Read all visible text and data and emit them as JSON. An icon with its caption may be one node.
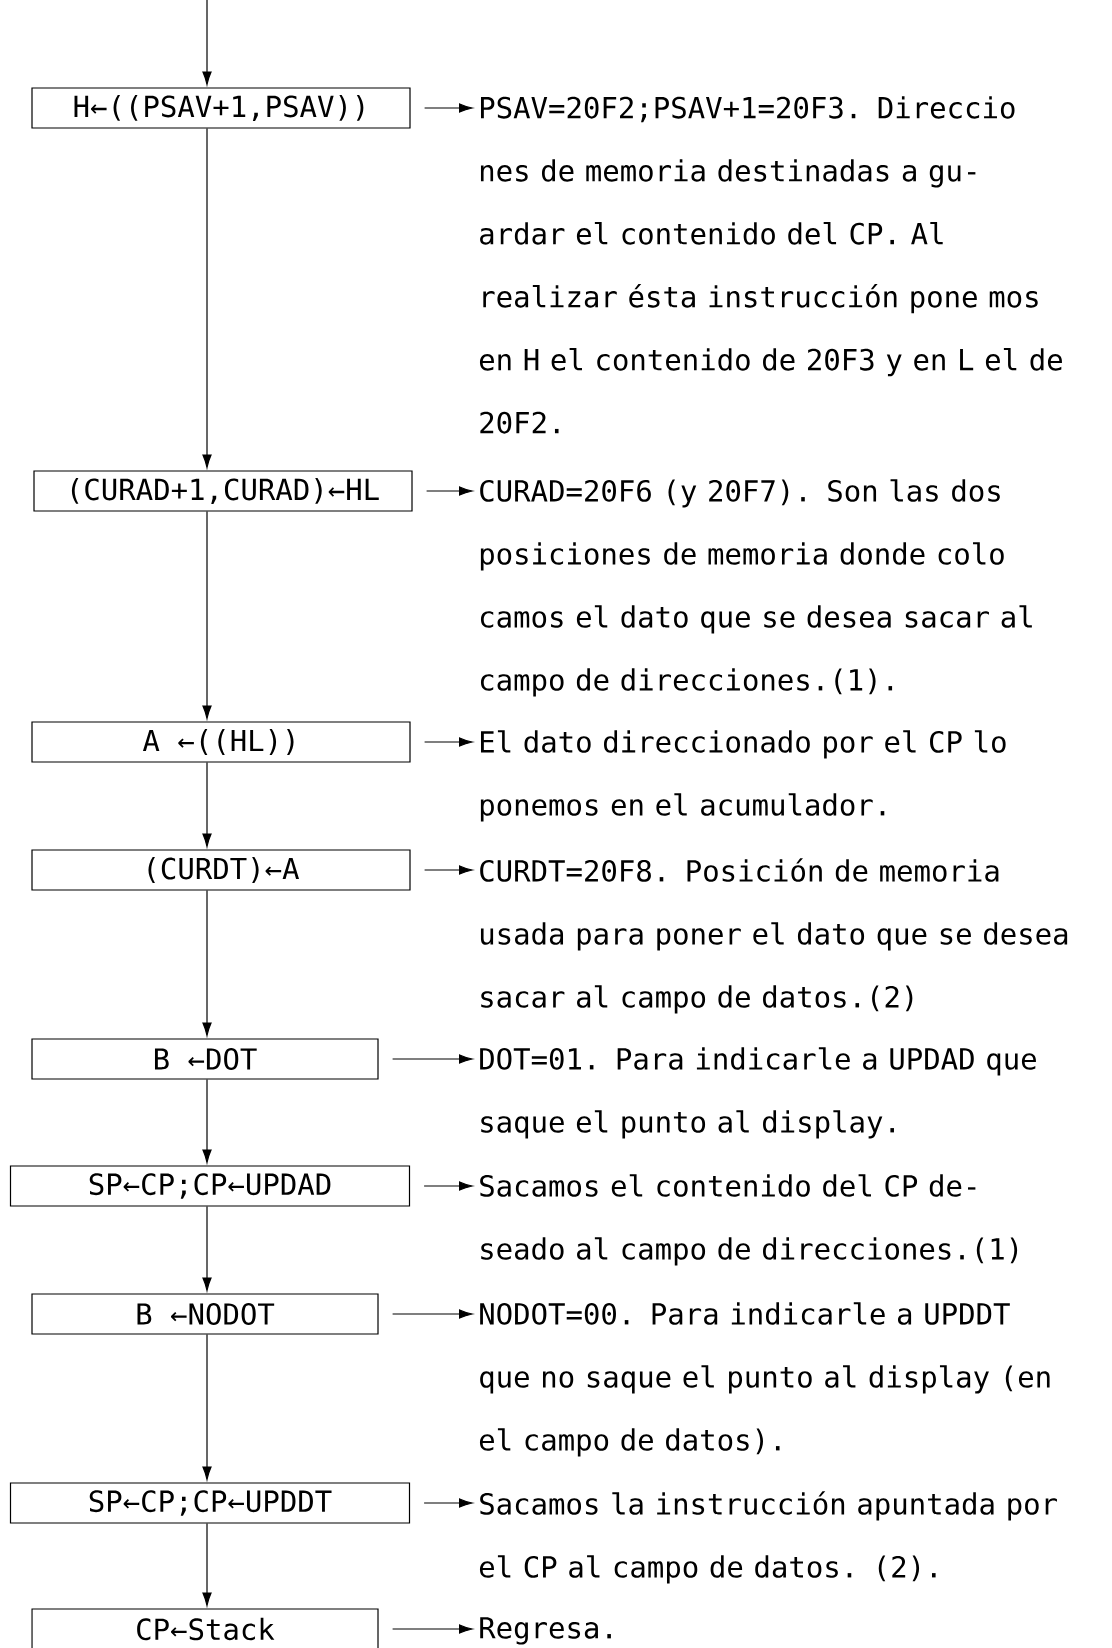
{
  "diagram": {
    "nodes": [
      {
        "text": [
          "H←((PSAV+1,PSAV))"
        ]
      },
      {
        "text": [
          "(CURAD+1,CURAD)←HL"
        ]
      },
      {
        "text": [
          "A ←((HL))"
        ]
      },
      {
        "text": [
          "(CURDT)←A"
        ]
      },
      {
        "text": [
          "B ←DOT"
        ]
      },
      {
        "text": [
          "SP←CP;CP←UPDAD"
        ]
      },
      {
        "text": [
          "B ←NODOT"
        ]
      },
      {
        "text": [
          "SP←CP;CP←UPDDT"
        ]
      },
      {
        "text": [
          "CP←Stack"
        ]
      },
      {
        "text": [
          "PSAV=20F2;PSAV+1=20F3. Direccio nes de memoria destinadas a gu- ardar el contenido del CP. Al realizar ésta instrucción pone mos en H el contenido de 20F3 y en L el de 20F2."
        ]
      },
      {
        "text": [
          "CURAD=20F6 (y 20F7). Son las dos posiciones de memoria donde colo camos el dato que se desea sacar al campo de direcciones.(1)."
        ]
      },
      {
        "text": [
          "El dato direccionado por el CP lo ponemos en el acumulador."
        ]
      },
      {
        "text": [
          "CURDT=20F8. Posición de memoria usada para poner el dato que se desea sacar al campo de datos.(2)"
        ]
      },
      {
        "text": [
          "DOT=01. Para indicarle a UPDAD que saque el punto al display."
        ]
      },
      {
        "text": [
          "Sacamos el contenido del CP de- seado al campo de direcciones.(1)"
        ]
      },
      {
        "text": [
          "NODOT=00. Para indicarle a UPDDT que no saque el punto al display (en el campo de datos)."
        ]
      },
      {
        "text": [
          "Sacamos la instrucción apuntada por el CP al campo de datos. (2)."
        ]
      },
      {
        "text": [
          "Regresa."
        ]
      }
    ],
    "edges": [
      {
        "from": null,
        "to": 0,
        "arrow": "to"
      },
      {
        "from": 0,
        "to": 1,
        "arrow": "to"
      },
      {
        "from": 1,
        "to": 2,
        "arrow": "to"
      },
      {
        "from": 2,
        "to": 3,
        "arrow": "to"
      },
      {
        "from": 3,
        "to": 4,
        "arrow": "to"
      },
      {
        "from": 4,
        "to": 5,
        "arrow": "to"
      },
      {
        "from": 5,
        "to": 6,
        "arrow": "to"
      },
      {
        "from": 6,
        "to": 7,
        "arrow": "to"
      },
      {
        "from": 7,
        "to": 8,
        "arrow": "to"
      },
      {
        "from": 0,
        "to": 9,
        "arrow": "to"
      },
      {
        "from": 1,
        "to": 10,
        "arrow": "to"
      },
      {
        "from": 2,
        "to": 11,
        "arrow": "to"
      },
      {
        "from": 3,
        "to": 12,
        "arrow": "to"
      },
      {
        "from": 4,
        "to": 13,
        "arrow": "to"
      },
      {
        "from": 5,
        "to": 14,
        "arrow": "to"
      },
      {
        "from": 6,
        "to": 15,
        "arrow": "to"
      },
      {
        "from": 7,
        "to": 16,
        "arrow": "to"
      },
      {
        "from": 8,
        "to": 17,
        "arrow": "to"
      }
    ]
  }
}
